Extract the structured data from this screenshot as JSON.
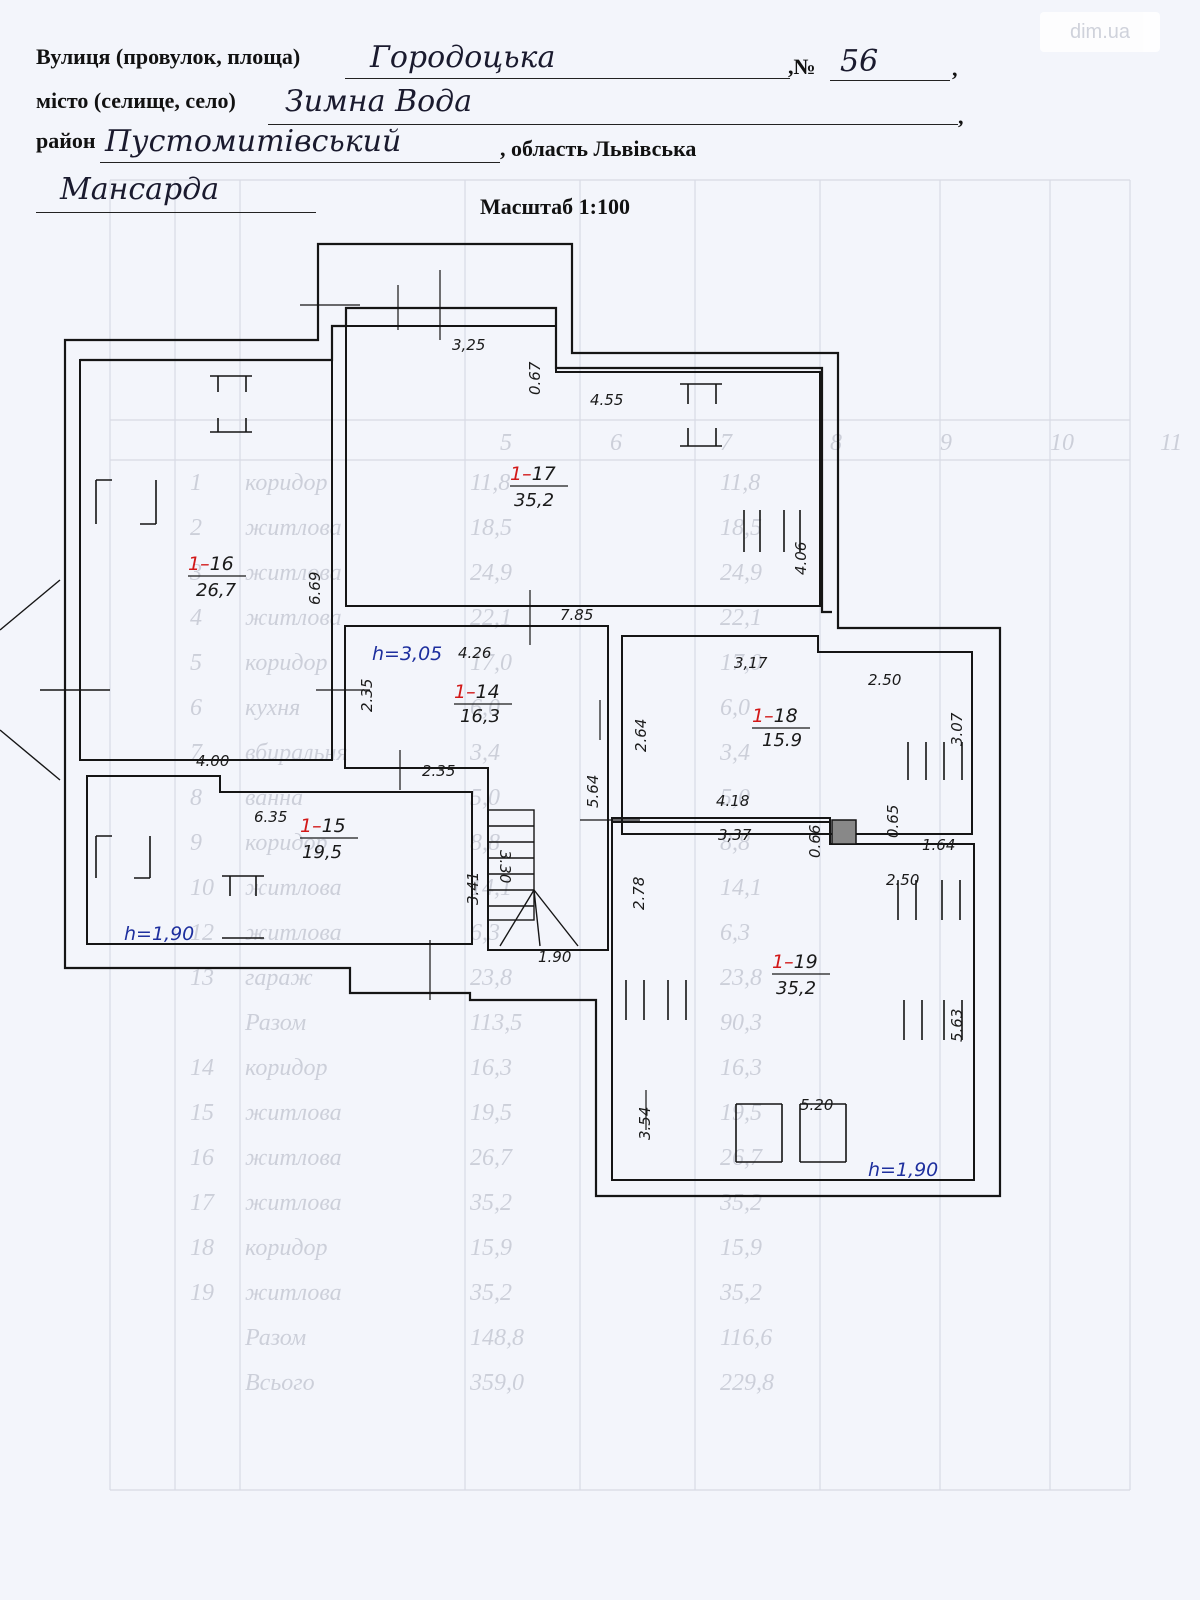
{
  "header": {
    "street_label": "Вулиця (провулок, площа)",
    "street_value": "Городоцька",
    "number_label": ",№",
    "number_value": "56",
    "city_label": "місто (селище, село)",
    "city_value": "Зимна Вода",
    "district_label": "район",
    "district_value": "Пустомитівський",
    "region_text": ", область Львівська",
    "floor_value": "Мансарда",
    "scale_text": "Масштаб 1:100"
  },
  "watermark": "dim.ua",
  "rooms": {
    "r16": {
      "num": "16",
      "area": "26,7"
    },
    "r17": {
      "num": "17",
      "area": "35,2"
    },
    "r14": {
      "num": "14",
      "area": "16,3"
    },
    "r18": {
      "num": "18",
      "area": "15.9"
    },
    "r15": {
      "num": "15",
      "area": "19,5"
    },
    "r19": {
      "num": "19",
      "area": "35,2"
    },
    "prefix": "1–"
  },
  "heights": {
    "h14": "h=3,05",
    "h15": "h=1,90",
    "h19": "h=1,90"
  },
  "dims": {
    "d325": "3,25",
    "d067": "0.67",
    "d455": "4.55",
    "d669": "6.69",
    "d785": "7.85",
    "d426": "4.26",
    "d235v": "2.35",
    "d406": "4.06",
    "d317": "3,17",
    "d250a": "2.50",
    "d307": "3.07",
    "d264": "2.64",
    "d400": "4.00",
    "d235h": "2.35",
    "d635": "6.35",
    "d564": "5.64",
    "d418": "4.18",
    "d337": "3,37",
    "d066": "0.66",
    "d065": "0.65",
    "d164": "1.64",
    "d250b": "2.50",
    "d330": "3.30",
    "d341": "3.41",
    "d278": "2.78",
    "d190": "1.90",
    "d563": "5.63",
    "d354": "3.54",
    "d520": "5.20"
  },
  "ghost_table": {
    "col_nums": [
      "5",
      "6",
      "7",
      "8",
      "9",
      "10",
      "11"
    ],
    "rows": [
      [
        "1",
        "коридор",
        "11,8",
        "11,8"
      ],
      [
        "2",
        "житлова",
        "18,5",
        "18,5"
      ],
      [
        "3",
        "житлова",
        "24,9",
        "24,9"
      ],
      [
        "4",
        "житлова",
        "22,1",
        "22,1"
      ],
      [
        "5",
        "коридор",
        "17,0",
        "17,0"
      ],
      [
        "6",
        "кухня",
        "6,0",
        "6,0"
      ],
      [
        "7",
        "вбиральня",
        "3,4",
        "3,4"
      ],
      [
        "8",
        "ванна",
        "5,0",
        "5,0"
      ],
      [
        "9",
        "коридор",
        "8,8",
        "8,8"
      ],
      [
        "10",
        "житлова",
        "14,1",
        "14,1"
      ],
      [
        "12",
        "житлова",
        "6,3",
        "6,3"
      ],
      [
        "13",
        "гараж",
        "23,8",
        "23,8"
      ],
      [
        "",
        "Разом",
        "113,5",
        "90,3"
      ],
      [
        "14",
        "коридор",
        "16,3",
        "16,3"
      ],
      [
        "15",
        "житлова",
        "19,5",
        "19,5"
      ],
      [
        "16",
        "житлова",
        "26,7",
        "26,7"
      ],
      [
        "17",
        "житлова",
        "35,2",
        "35,2"
      ],
      [
        "18",
        "коридор",
        "15,9",
        "15,9"
      ],
      [
        "19",
        "житлова",
        "35,2",
        "35,2"
      ],
      [
        "",
        "Разом",
        "148,8",
        "116,6"
      ],
      [
        "",
        "Всього",
        "359,0",
        "229,8"
      ]
    ]
  }
}
